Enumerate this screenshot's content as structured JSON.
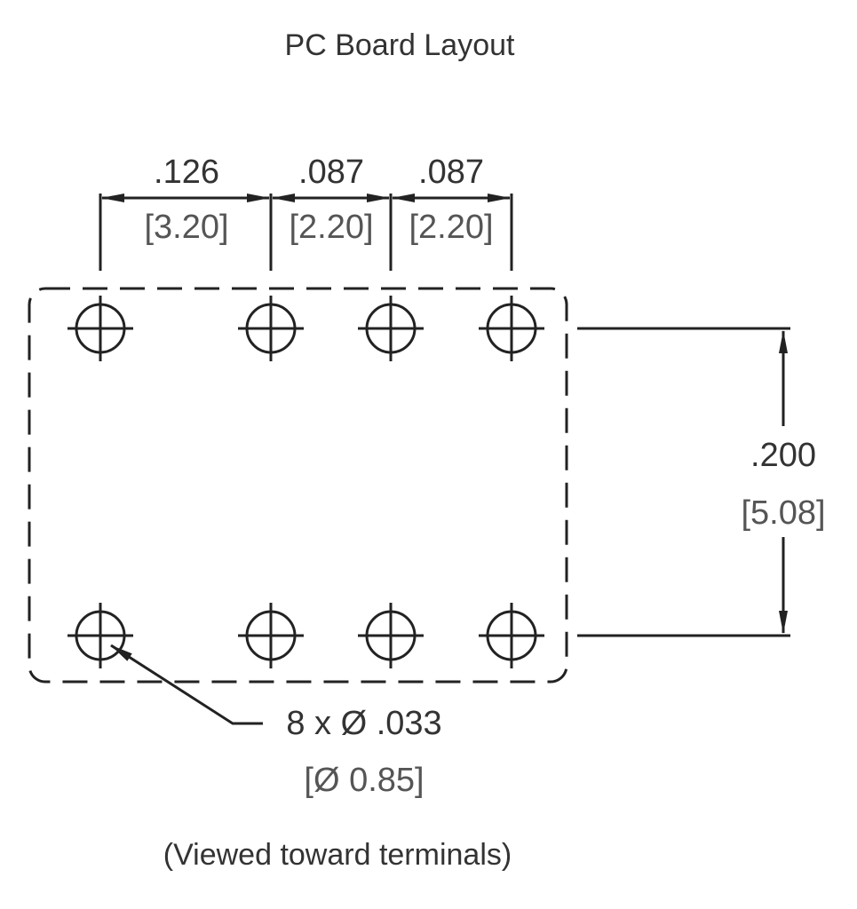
{
  "title": "PC Board Layout",
  "footnote": "(Viewed toward terminals)",
  "dimensions": {
    "pitch_1": {
      "inch": ".126",
      "mm": "[3.20]"
    },
    "pitch_2": {
      "inch": ".087",
      "mm": "[2.20]"
    },
    "pitch_3": {
      "inch": ".087",
      "mm": "[2.20]"
    },
    "row_spacing": {
      "inch": ".200",
      "mm": "[5.08]"
    },
    "hole": {
      "inch": "8 x Ø .033",
      "mm": "[Ø 0.85]"
    }
  }
}
